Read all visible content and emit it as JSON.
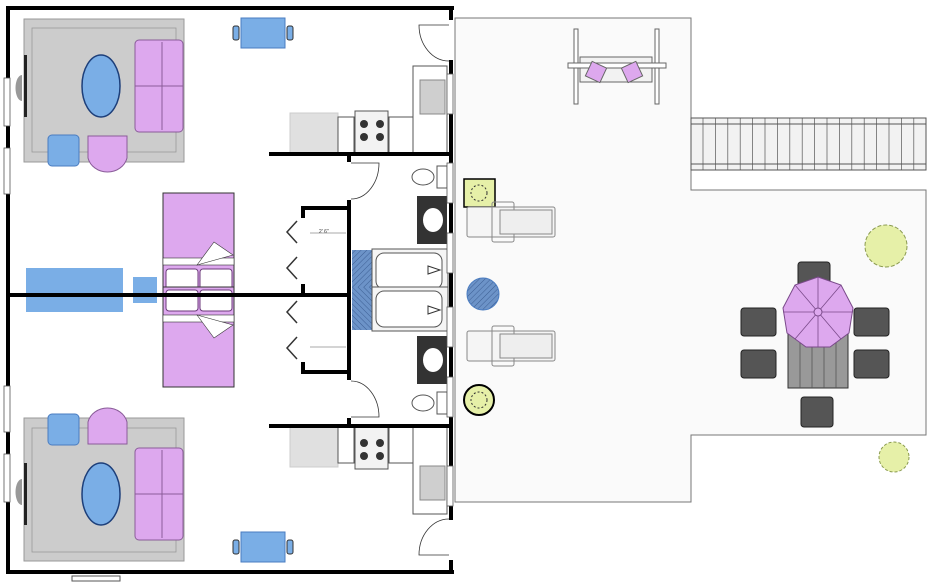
{
  "plan": {
    "closet_dimension": "2' 6\"",
    "colors": {
      "wall": "#000000",
      "rug": "#cccccc",
      "sofa": "#dda8ee",
      "blue_furniture": "#7aaee6",
      "deck": "#fafafa",
      "plant": "#e6f0a8",
      "patio_furniture": "#555555"
    },
    "units": [
      "upper-apartment",
      "lower-apartment"
    ]
  }
}
